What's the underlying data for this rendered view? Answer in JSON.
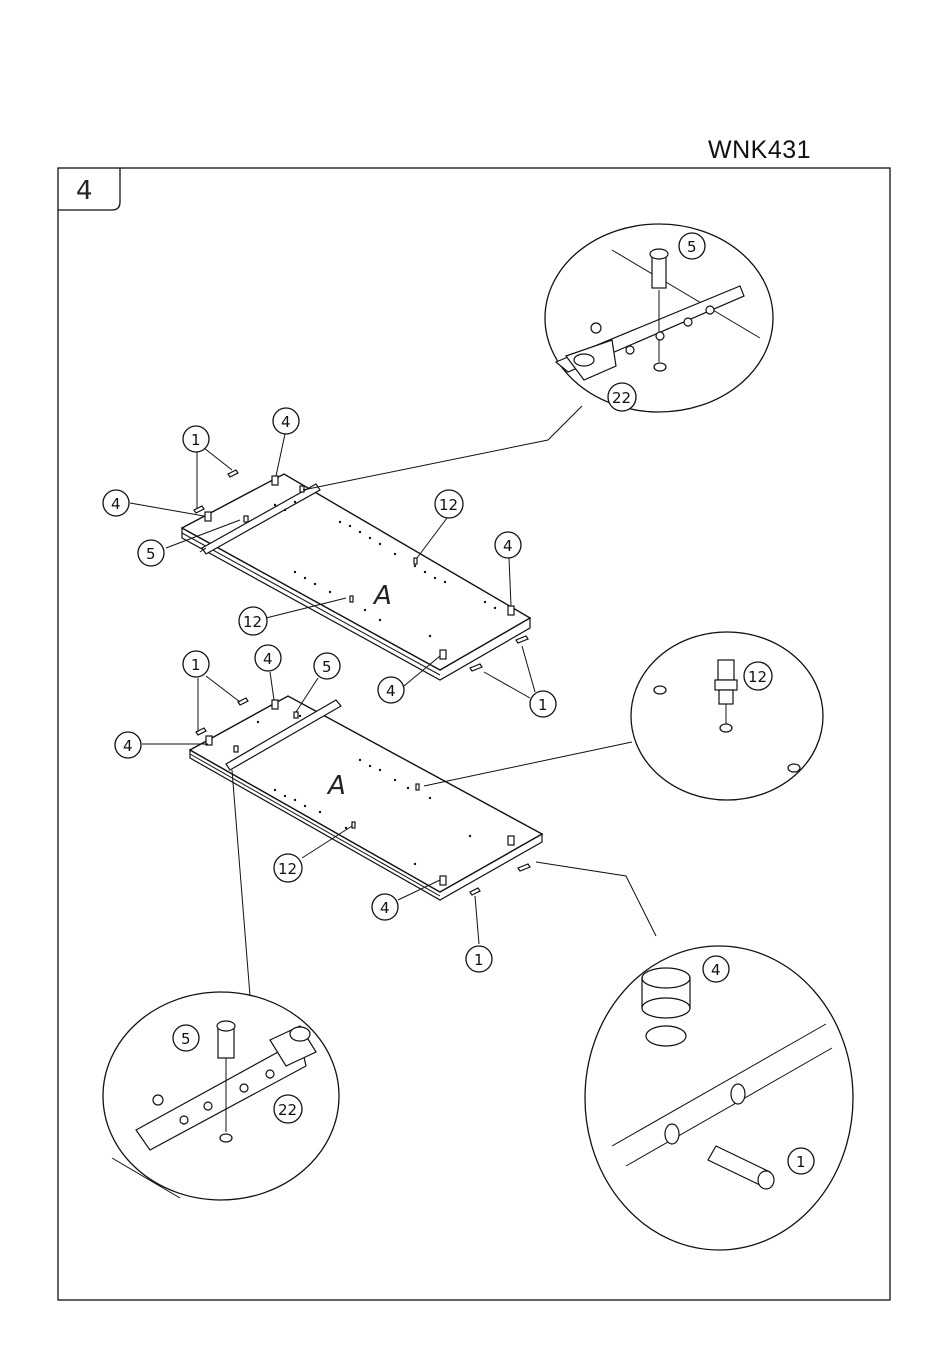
{
  "header": {
    "model_code": "WNK431"
  },
  "step": {
    "number": "4"
  },
  "panels": [
    {
      "id": "upper",
      "label": "A"
    },
    {
      "id": "lower",
      "label": "A"
    }
  ],
  "callouts": {
    "upper": [
      {
        "id": "u1a",
        "text": "1"
      },
      {
        "id": "u4a",
        "text": "4"
      },
      {
        "id": "u4b",
        "text": "4"
      },
      {
        "id": "u5",
        "text": "5"
      },
      {
        "id": "u12a",
        "text": "12"
      },
      {
        "id": "u12b",
        "text": "12"
      },
      {
        "id": "u4c",
        "text": "4"
      },
      {
        "id": "u4d",
        "text": "4"
      },
      {
        "id": "u1b",
        "text": "1"
      }
    ],
    "lower": [
      {
        "id": "l1a",
        "text": "1"
      },
      {
        "id": "l4a",
        "text": "4"
      },
      {
        "id": "l5",
        "text": "5"
      },
      {
        "id": "l4b",
        "text": "4"
      },
      {
        "id": "l12",
        "text": "12"
      },
      {
        "id": "l4c",
        "text": "4"
      },
      {
        "id": "l1b",
        "text": "1"
      }
    ],
    "detail_top": [
      {
        "id": "dt5",
        "text": "5"
      },
      {
        "id": "dt22",
        "text": "22"
      }
    ],
    "detail_mid": [
      {
        "id": "dm12",
        "text": "12"
      }
    ],
    "detail_bl": [
      {
        "id": "db5",
        "text": "5"
      },
      {
        "id": "db22",
        "text": "22"
      }
    ],
    "detail_br": [
      {
        "id": "dr4",
        "text": "4"
      },
      {
        "id": "dr1",
        "text": "1"
      }
    ]
  }
}
